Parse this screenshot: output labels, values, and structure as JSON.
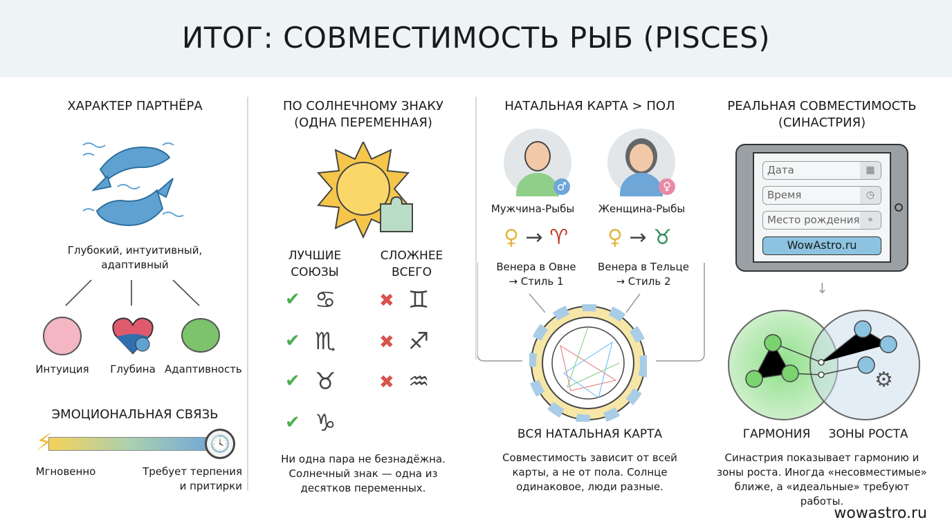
{
  "title": "ИТОГ: СОВМЕСТИМОСТЬ РЫБ (PISCES)",
  "col1": {
    "heading": "ХАРАКТЕР ПАРТНЁРА",
    "traits_line1": "Глубокий, интуитивный,",
    "traits_line2": "адаптивный",
    "items": [
      "Интуиция",
      "Глубина",
      "Адаптивность"
    ],
    "emotion_heading": "ЭМОЦИОНАЛЬНАЯ СВЯЗЬ",
    "left_label": "Мгновенно",
    "right_label_1": "Требует терпения",
    "right_label_2": "и притирки"
  },
  "col2": {
    "heading_1": "ПО СОЛНЕЧНОМУ ЗНАКУ",
    "heading_2": "(ОДНА ПЕРЕМЕННАЯ)",
    "best_1": "ЛУЧШИЕ",
    "best_2": "СОЮЗЫ",
    "hard_1": "СЛОЖНЕЕ",
    "hard_2": "ВСЕГО",
    "best_signs": [
      "♋",
      "♏",
      "♉",
      "♑"
    ],
    "hard_signs": [
      "♊",
      "♐",
      "♒"
    ],
    "note_1": "Ни одна пара не безнадёжна.",
    "note_2": "Солнечный знак — одна из",
    "note_3": "десятков переменных."
  },
  "col3": {
    "heading": "НАТАЛЬНАЯ КАРТА > ПОЛ",
    "male": "Мужчина-Рыбы",
    "female": "Женщина-Рыбы",
    "male_venus_1": "Венера в Овне",
    "male_venus_2": "→ Стиль 1",
    "female_venus_1": "Венера в Тельце",
    "female_venus_2": "→ Стиль 2",
    "chart_heading": "ВСЯ НАТАЛЬНАЯ КАРТА",
    "note_1": "Совместимость зависит от всей",
    "note_2": "карты, а не от пола. Солнце",
    "note_3": "одинаковое, люди разные."
  },
  "col4": {
    "heading_1": "РЕАЛЬНАЯ СОВМЕСТИМОСТЬ",
    "heading_2": "(СИНАСТРИЯ)",
    "fields": [
      "Дата",
      "Время",
      "Место рождения"
    ],
    "button": "WowAstro.ru",
    "harmony": "ГАРМОНИЯ",
    "growth": "ЗОНЫ РОСТА",
    "note_1": "Синастрия показывает гармонию и",
    "note_2": "зоны роста. Иногда «несовместимые»",
    "note_3": "ближе, а «идеальные» требуют работы."
  },
  "footer": "wowastro.ru"
}
